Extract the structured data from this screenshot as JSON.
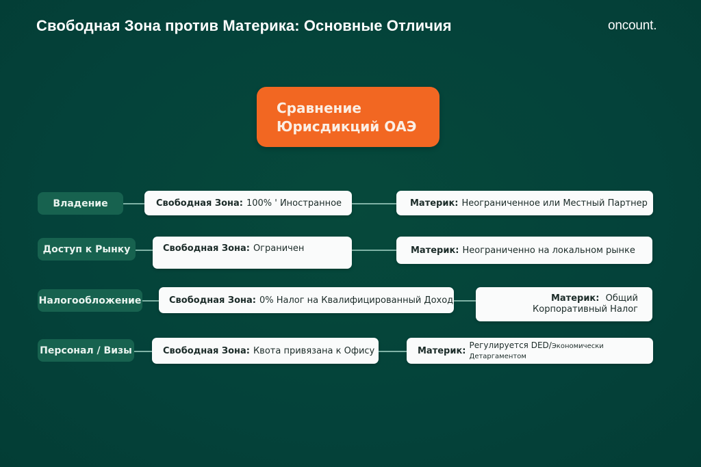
{
  "header": {
    "title": "Свободная Зона против Материка: Основные Отличия",
    "logo": "oncount."
  },
  "hub": {
    "line1": "Сравнение",
    "line2": "Юрисдикций ОАЭ",
    "color": "#f26722"
  },
  "colors": {
    "background": "#05473a",
    "category_fill": "#17624f",
    "card_fill": "#fafbfb",
    "connector": "#7fb3a6"
  },
  "rows": [
    {
      "category": "Владение",
      "freezone_label": "Свободная Зона:",
      "freezone_value": "100% ' Иностранное",
      "mainland_label": "Материк:",
      "mainland_value": "Неограниченное или Местный Партнер"
    },
    {
      "category": "Доступ к Рынку",
      "freezone_label": "Свободная Зона:",
      "freezone_value": "Ограничен",
      "mainland_label": "Материк:",
      "mainland_value": "Неограниченно на локальном рынке"
    },
    {
      "category": "Налогообложение",
      "freezone_label": "Свободная Зона:",
      "freezone_value": "0% Налог на Квалифицированный Доход",
      "mainland_label": "Материк:",
      "mainland_value": "Общий Корпоративный Налог"
    },
    {
      "category": "Персонал / Визы",
      "freezone_label": "Свободная Зона:",
      "freezone_value": "Квота привязана к Офису",
      "mainland_label": "Материк:",
      "mainland_value_main": "Регулируется DED/",
      "mainland_value_small": "Экономически Детаргаментом"
    }
  ]
}
